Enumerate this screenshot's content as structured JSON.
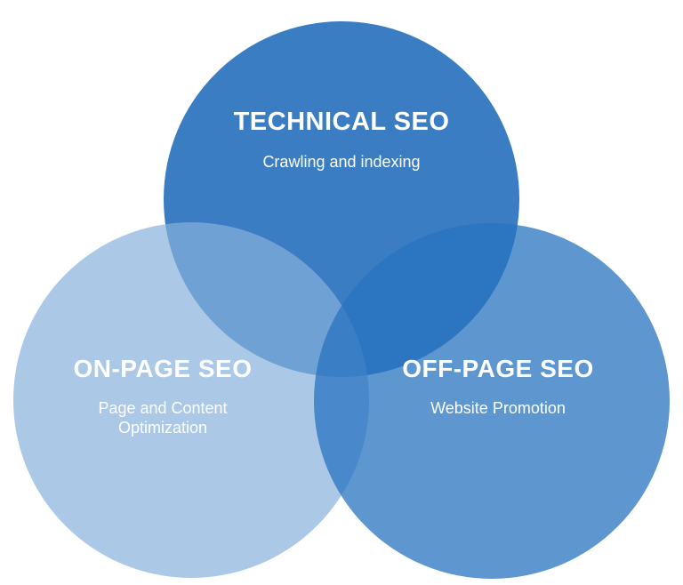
{
  "diagram": {
    "type": "venn",
    "background_color": "#ffffff",
    "text_color": "#ffffff",
    "circles": [
      {
        "id": "technical-seo",
        "title": "TECHNICAL SEO",
        "subtitle": "Crawling and indexing",
        "color": "#3a7dc2",
        "position": "top-center"
      },
      {
        "id": "on-page-seo",
        "title": "ON-PAGE SEO",
        "subtitle": "Page and Content\nOptimization",
        "color": "#abc8e6",
        "position": "bottom-left"
      },
      {
        "id": "off-page-seo",
        "title": "OFF-PAGE SEO",
        "subtitle": "Website Promotion",
        "color": "#5e96d0",
        "position": "bottom-right"
      }
    ]
  }
}
